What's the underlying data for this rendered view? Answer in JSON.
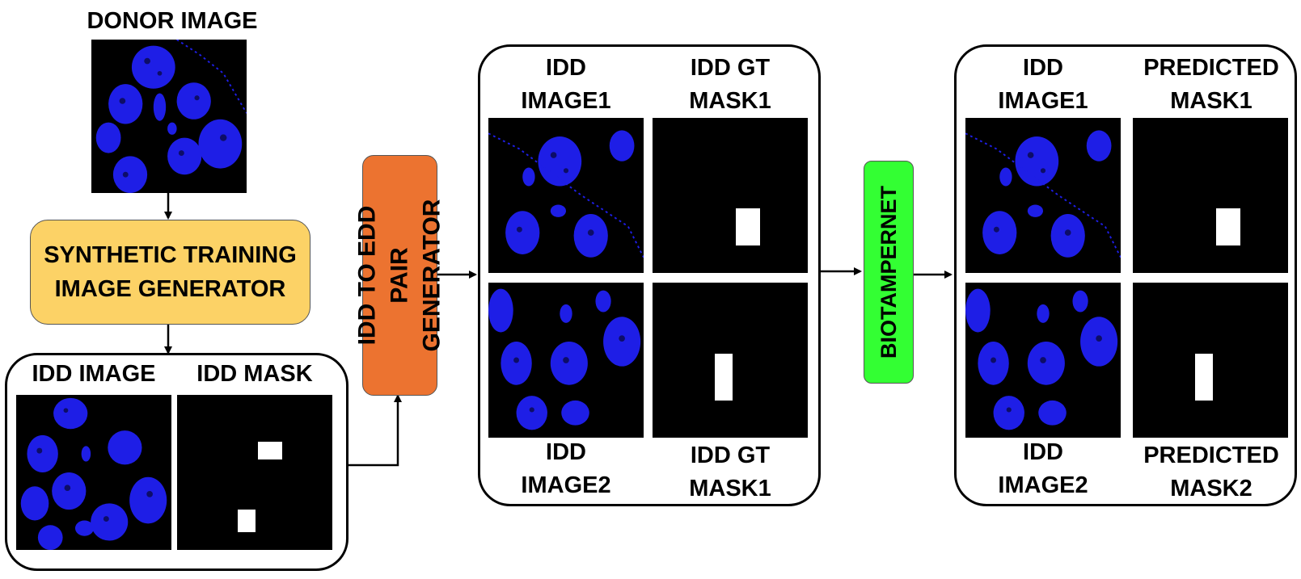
{
  "donor": {
    "label": "DONOR IMAGE"
  },
  "generator": {
    "label": "SYNTHETIC TRAINING\nIMAGE GENERATOR",
    "color": "#FCD266"
  },
  "idd_panel": {
    "image_label": "IDD IMAGE",
    "mask_label": "IDD MASK"
  },
  "pair_generator": {
    "label": "IDD TO EDD\nPAIR GENERATOR",
    "color": "#EC7330"
  },
  "edd_panel": {
    "image1_label": "IDD\nIMAGE1",
    "mask1_label": "IDD GT\nMASK1",
    "image2_label": "IDD\nIMAGE2",
    "mask2_label": "IDD GT\nMASK1"
  },
  "network": {
    "label": "BIOTAMPERNET",
    "color": "#33FF33"
  },
  "pred_panel": {
    "image1_label": "IDD\nIMAGE1",
    "mask1_label": "PREDICTED\nMASK1",
    "image2_label": "IDD\nIMAGE2",
    "mask2_label": "PREDICTED\nMASK2"
  },
  "colors": {
    "cell_blue": "#1E1EE6",
    "mask_bg": "#000000",
    "mask_fg": "#FFFFFF"
  }
}
